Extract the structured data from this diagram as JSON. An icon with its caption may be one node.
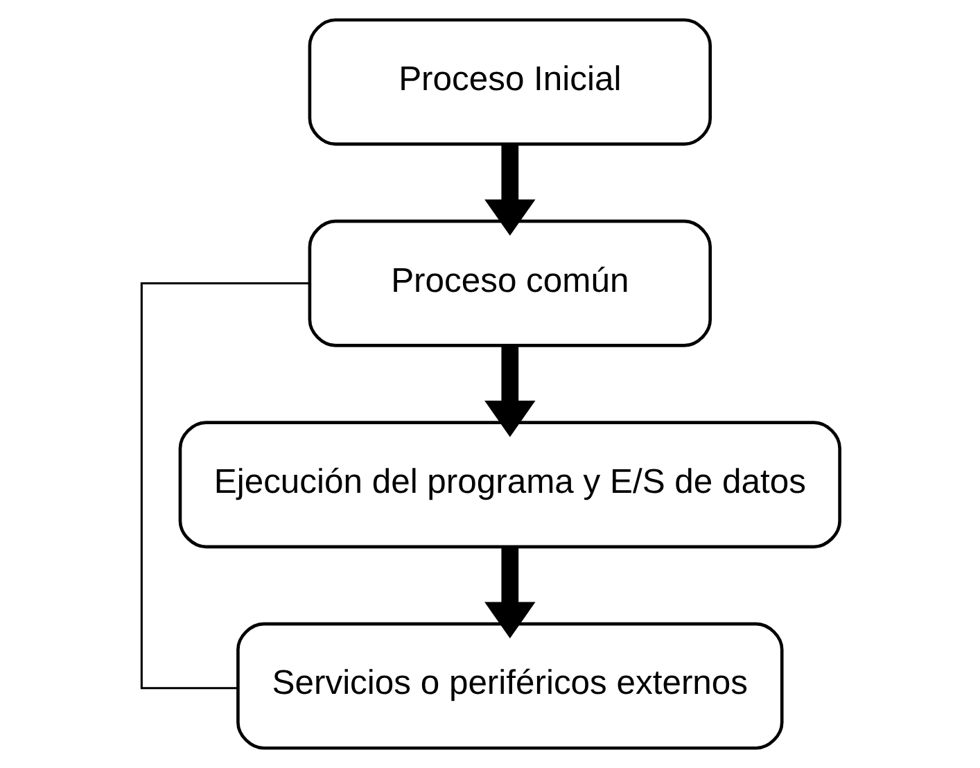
{
  "diagram": {
    "nodes": [
      {
        "text": [
          "Proceso Inicial"
        ]
      },
      {
        "text": [
          "Proceso común"
        ]
      },
      {
        "text": [
          "Ejecución del programa y E/S de datos"
        ]
      },
      {
        "text": [
          "Servicios o periféricos externos"
        ]
      }
    ],
    "edges": [
      {
        "from": 0,
        "to": 1,
        "arrow": "to"
      },
      {
        "from": 1,
        "to": 2,
        "arrow": "to"
      },
      {
        "from": 2,
        "to": 3,
        "arrow": "to"
      },
      {
        "from": 1,
        "to": 3,
        "arrow": "none"
      }
    ]
  }
}
